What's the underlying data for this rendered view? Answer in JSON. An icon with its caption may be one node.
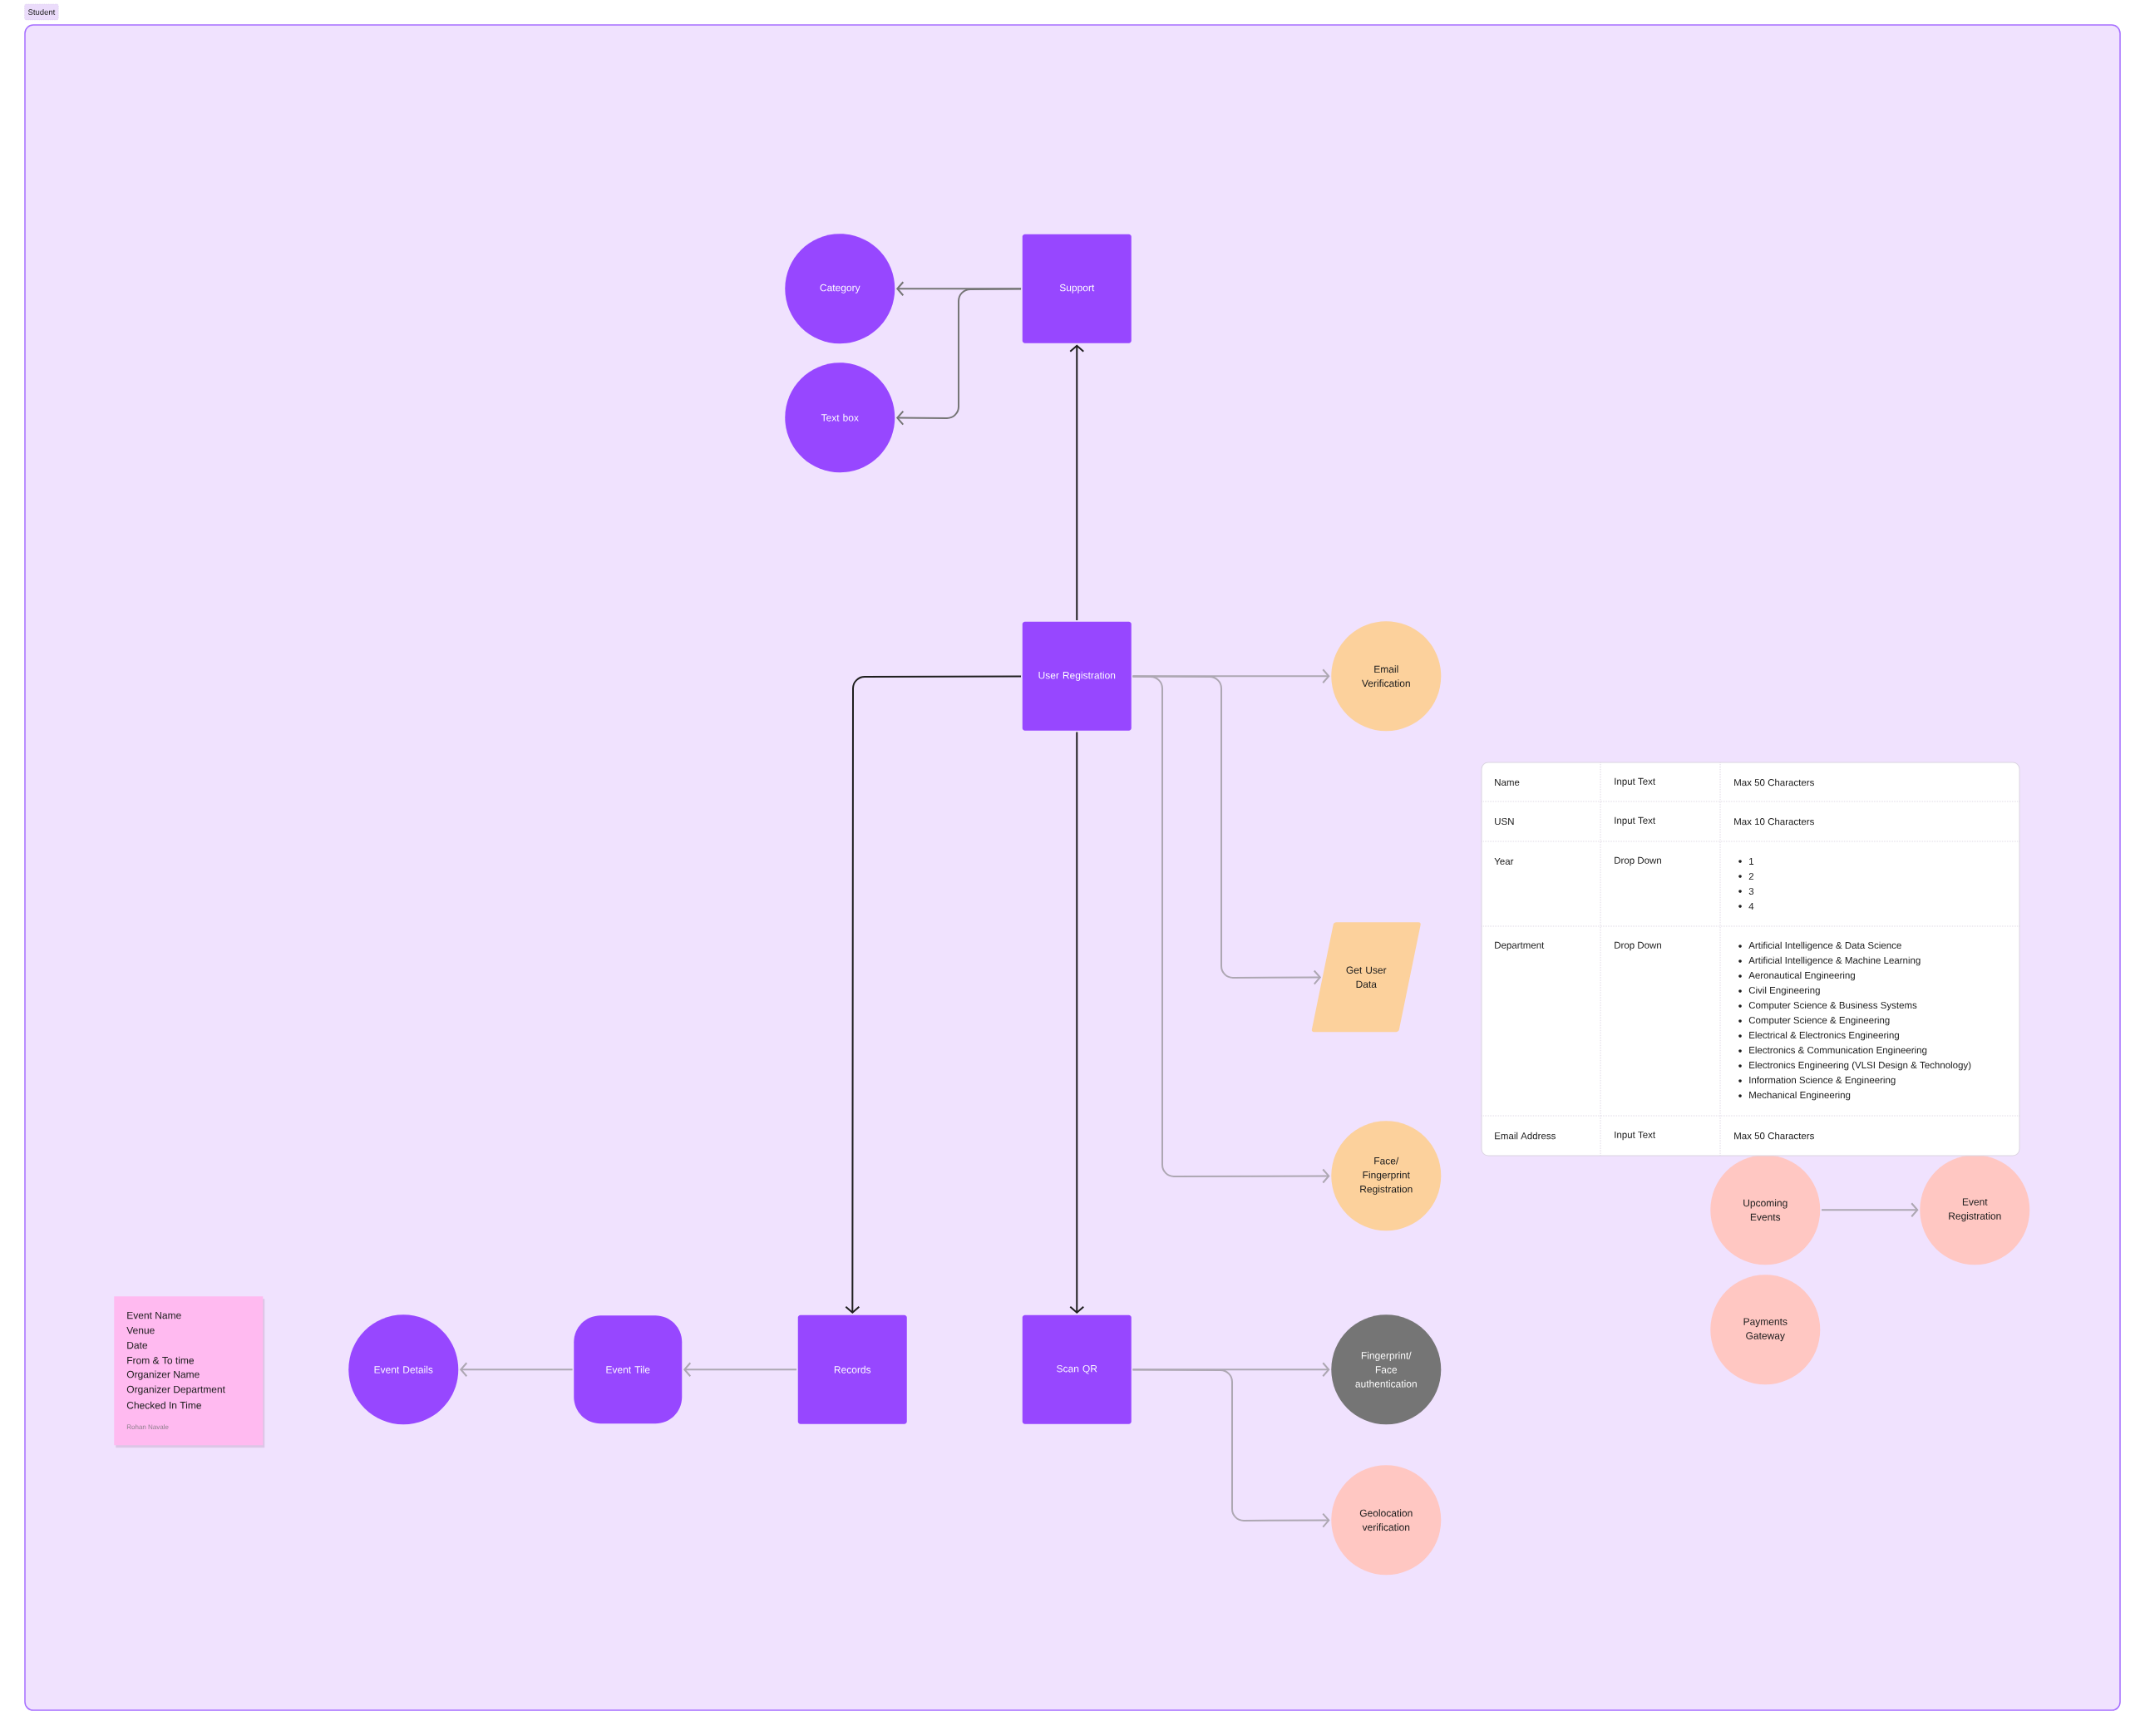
{
  "diagram": {
    "nodes": [
      {
        "text": [
          "Student"
        ]
      },
      {
        "text": [
          "Category"
        ],
        "in": 0
      },
      {
        "text": [
          "Support"
        ],
        "in": 0
      },
      {
        "text": [
          "Text box"
        ],
        "in": 0
      },
      {
        "text": [
          "User Registration"
        ],
        "in": 0
      },
      {
        "text": [
          "Email Verification"
        ],
        "in": 0
      },
      {
        "text": [
          "Get User Data"
        ],
        "in": 0
      },
      {
        "text": [
          "Face/ Fingerprint Registration"
        ],
        "in": 0
      },
      {
        "text": [
          "Upcoming Events"
        ],
        "in": 0
      },
      {
        "text": [
          "Event Registration"
        ],
        "in": 0
      },
      {
        "text": [
          "Payments Gateway"
        ],
        "in": 0
      },
      {
        "text": [
          "Event Name",
          "Venue",
          "Date",
          "From & To time",
          "Organizer Name",
          "Organizer Department",
          "Checked In Time",
          "Rohan Navale"
        ],
        "in": 0
      },
      {
        "text": [
          "Event Details"
        ],
        "in": 0
      },
      {
        "text": [
          "Event Tile"
        ],
        "in": 0
      },
      {
        "text": [
          "Records"
        ],
        "in": 0
      },
      {
        "text": [
          "Scan QR"
        ],
        "in": 0
      },
      {
        "text": [
          "Fingerprint/ Face authentication"
        ],
        "in": 0
      },
      {
        "text": [
          "Geolocation verification"
        ],
        "in": 0
      }
    ],
    "edges": [
      {
        "from": 4,
        "to": 2,
        "arrow": "to",
        "color": "#1e1e1e"
      },
      {
        "from": 2,
        "to": 1,
        "arrow": "to",
        "color": "#757575"
      },
      {
        "from": 2,
        "to": 3,
        "arrow": "to",
        "color": "#757575"
      },
      {
        "from": 4,
        "to": 5,
        "arrow": "to"
      },
      {
        "from": 4,
        "to": 6,
        "arrow": "to"
      },
      {
        "from": 4,
        "to": 7,
        "arrow": "to"
      },
      {
        "from": 4,
        "to": 14,
        "arrow": "to",
        "color": "#1e1e1e"
      },
      {
        "from": 4,
        "to": 15,
        "arrow": "to",
        "color": "#1e1e1e"
      },
      {
        "from": 8,
        "to": 9,
        "arrow": "to"
      },
      {
        "from": 14,
        "to": 13,
        "arrow": "to"
      },
      {
        "from": 13,
        "to": 12,
        "arrow": "to"
      },
      {
        "from": 15,
        "to": 16,
        "arrow": "to"
      },
      {
        "from": 15,
        "to": 17,
        "arrow": "to"
      }
    ],
    "labels": [
      "Name",
      "Input Text",
      "Max 50 Characters",
      "USN",
      "Input Text",
      "Max 10 Characters",
      "Year",
      "Drop Down",
      "1",
      "2",
      "3",
      "4",
      "Department",
      "Drop Down",
      "Artificial Intelligence & Data Science",
      "Artificial Intelligence & Machine Learning",
      "Aeronautical Engineering",
      "Civil Engineering",
      "Computer Science & Business Systems",
      "Computer Science & Engineering",
      "Electrical & Electronics Engineering",
      "Electronics & Communication Engineering",
      "Electronics Engineering (VLSI Design & Technology)",
      "Information Science & Engineering",
      "Mechanical Engineering",
      "Email Address",
      "Input Text",
      "Max 50 Characters"
    ]
  }
}
